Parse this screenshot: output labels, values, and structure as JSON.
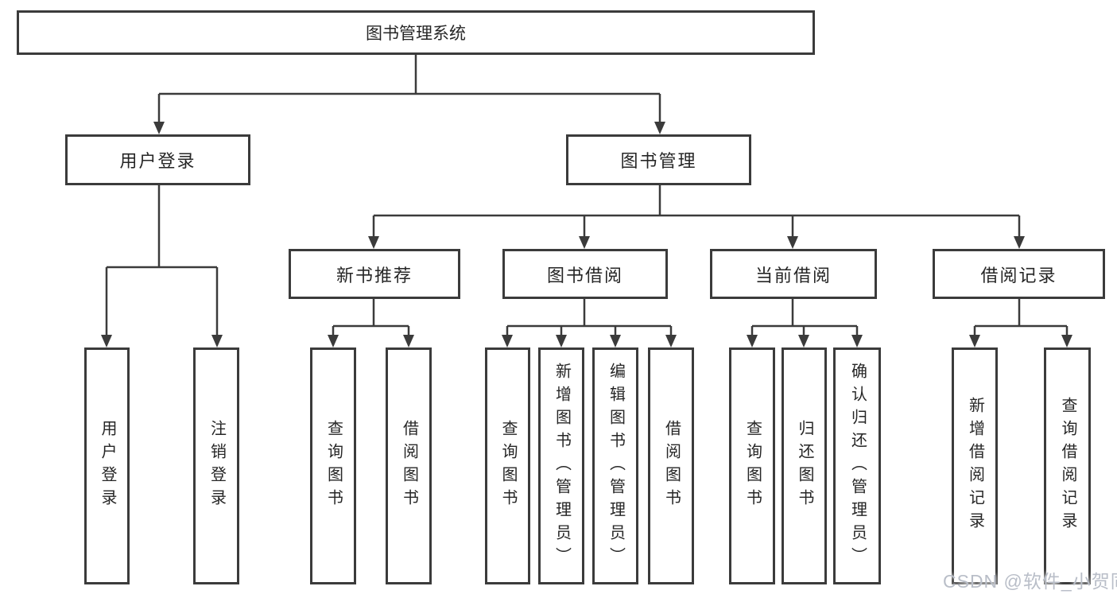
{
  "nodes": {
    "root": {
      "label": "图书管理系统"
    },
    "level2": [
      {
        "id": "user-login",
        "label": "用户登录",
        "parent": "图书管理系统"
      },
      {
        "id": "book-management",
        "label": "图书管理",
        "parent": "图书管理系统"
      }
    ],
    "level3": [
      {
        "id": "new-book-recommend",
        "label": "新书推荐",
        "parent": "图书管理"
      },
      {
        "id": "book-borrow",
        "label": "图书借阅",
        "parent": "图书管理"
      },
      {
        "id": "current-borrow",
        "label": "当前借阅",
        "parent": "图书管理"
      },
      {
        "id": "borrow-records",
        "label": "借阅记录",
        "parent": "图书管理"
      }
    ],
    "leaves": [
      {
        "label": "用户登录",
        "parent": "用户登录"
      },
      {
        "label": "注销登录",
        "parent": "用户登录"
      },
      {
        "label": "查询图书",
        "parent": "新书推荐"
      },
      {
        "label": "借阅图书",
        "parent": "新书推荐"
      },
      {
        "label": "查询图书",
        "parent": "图书借阅"
      },
      {
        "label": "新增图书（管理员）",
        "parent": "图书借阅"
      },
      {
        "label": "编辑图书（管理员）",
        "parent": "图书借阅"
      },
      {
        "label": "借阅图书",
        "parent": "图书借阅"
      },
      {
        "label": "查询图书",
        "parent": "当前借阅"
      },
      {
        "label": "归还图书",
        "parent": "当前借阅"
      },
      {
        "label": "确认归还（管理员）",
        "parent": "当前借阅"
      },
      {
        "label": "新增借阅记录",
        "parent": "借阅记录"
      },
      {
        "label": "查询借阅记录",
        "parent": "借阅记录"
      }
    ]
  },
  "watermark": {
    "text": "CSDN @软件_小贺同学",
    "color": "#b9bec8"
  },
  "colors": {
    "border": "#3b3b3b",
    "line": "#3b3b3b",
    "text": "#262626",
    "background": "#ffffff"
  }
}
